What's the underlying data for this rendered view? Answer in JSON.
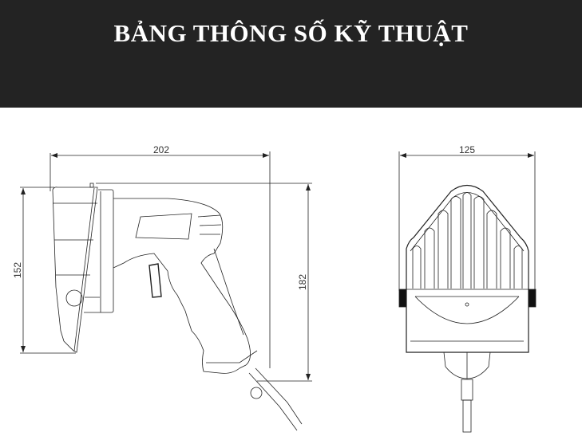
{
  "header": {
    "title": "BẢNG THÔNG SỐ KỸ THUẬT",
    "background": "#232323"
  },
  "side_view": {
    "width_label": "202",
    "blade_height_label": "152",
    "total_height_label": "182"
  },
  "front_view": {
    "width_label": "125"
  }
}
